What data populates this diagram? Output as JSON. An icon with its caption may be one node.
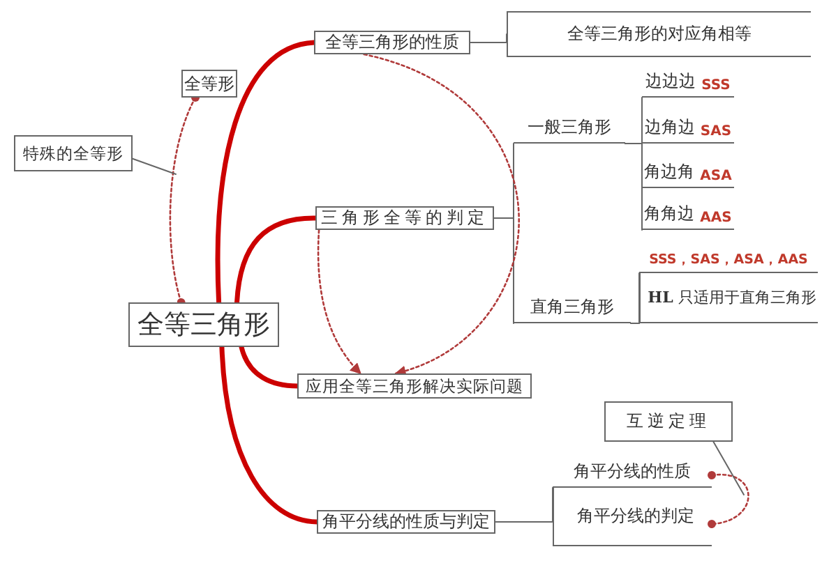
{
  "diagram": {
    "nodes": [
      {
        "text": [
          "全等三角形"
        ]
      },
      {
        "text": [
          "全等形"
        ]
      },
      {
        "text": [
          "特殊的全等形"
        ]
      },
      {
        "text": [
          "全等三角形的性质"
        ]
      },
      {
        "text": [
          "全等三角形的对应角相等"
        ]
      },
      {
        "text": [
          "三角形全等的判定"
        ]
      },
      {
        "text": [
          "一般三角形"
        ]
      },
      {
        "text": [
          "边边边",
          "SSS"
        ]
      },
      {
        "text": [
          "边角边",
          "SAS"
        ]
      },
      {
        "text": [
          "角边角",
          "ASA"
        ]
      },
      {
        "text": [
          "角角边",
          "AAS"
        ]
      },
      {
        "text": [
          "直角三角形"
        ]
      },
      {
        "text": [
          "SSS，SAS，ASA，AAS"
        ]
      },
      {
        "text": [
          "**HL** 只适用于直角三角形"
        ]
      },
      {
        "text": [
          "应用全等三角形解决实际问题"
        ]
      },
      {
        "text": [
          "角平分线的性质与判定"
        ]
      },
      {
        "text": [
          "角平分线的性质"
        ]
      },
      {
        "text": [
          "角平分线的判定"
        ]
      },
      {
        "text": [
          "互逆定理"
        ]
      }
    ],
    "edges": [
      {
        "from": 0,
        "to": 3,
        "arrow": "none",
        "style": "thick",
        "color": "#cc0000"
      },
      {
        "from": 0,
        "to": 5,
        "arrow": "none",
        "style": "thick",
        "color": "#cc0000"
      },
      {
        "from": 0,
        "to": 14,
        "arrow": "none",
        "style": "thick",
        "color": "#cc0000"
      },
      {
        "from": 0,
        "to": 15,
        "arrow": "none",
        "style": "thick",
        "color": "#cc0000"
      },
      {
        "from": 3,
        "to": 4,
        "arrow": "none"
      },
      {
        "from": 5,
        "to": 6,
        "arrow": "none"
      },
      {
        "from": 5,
        "to": 11,
        "arrow": "none"
      },
      {
        "from": 6,
        "to": 7,
        "arrow": "none"
      },
      {
        "from": 6,
        "to": 8,
        "arrow": "none"
      },
      {
        "from": 6,
        "to": 9,
        "arrow": "none"
      },
      {
        "from": 6,
        "to": 10,
        "arrow": "none"
      },
      {
        "from": 11,
        "to": 12,
        "arrow": "none"
      },
      {
        "from": 11,
        "to": 13,
        "arrow": "none"
      },
      {
        "from": 15,
        "to": 16,
        "arrow": "none"
      },
      {
        "from": 15,
        "to": 17,
        "arrow": "none"
      },
      {
        "from": 1,
        "to": 0,
        "arrow": "other",
        "style": "dashed",
        "color": "#b03a3a"
      },
      {
        "from": 3,
        "to": 14,
        "arrow": "to",
        "style": "dashed",
        "color": "#b03a3a"
      },
      {
        "from": 5,
        "to": 14,
        "arrow": "to",
        "style": "dashed",
        "color": "#b03a3a"
      },
      {
        "from": 16,
        "to": 17,
        "arrow": "other",
        "style": "dashed",
        "color": "#b03a3a"
      },
      {
        "from": 2,
        "to": null,
        "arrow": "none"
      },
      {
        "from": 18,
        "to": null,
        "arrow": "none"
      }
    ]
  }
}
